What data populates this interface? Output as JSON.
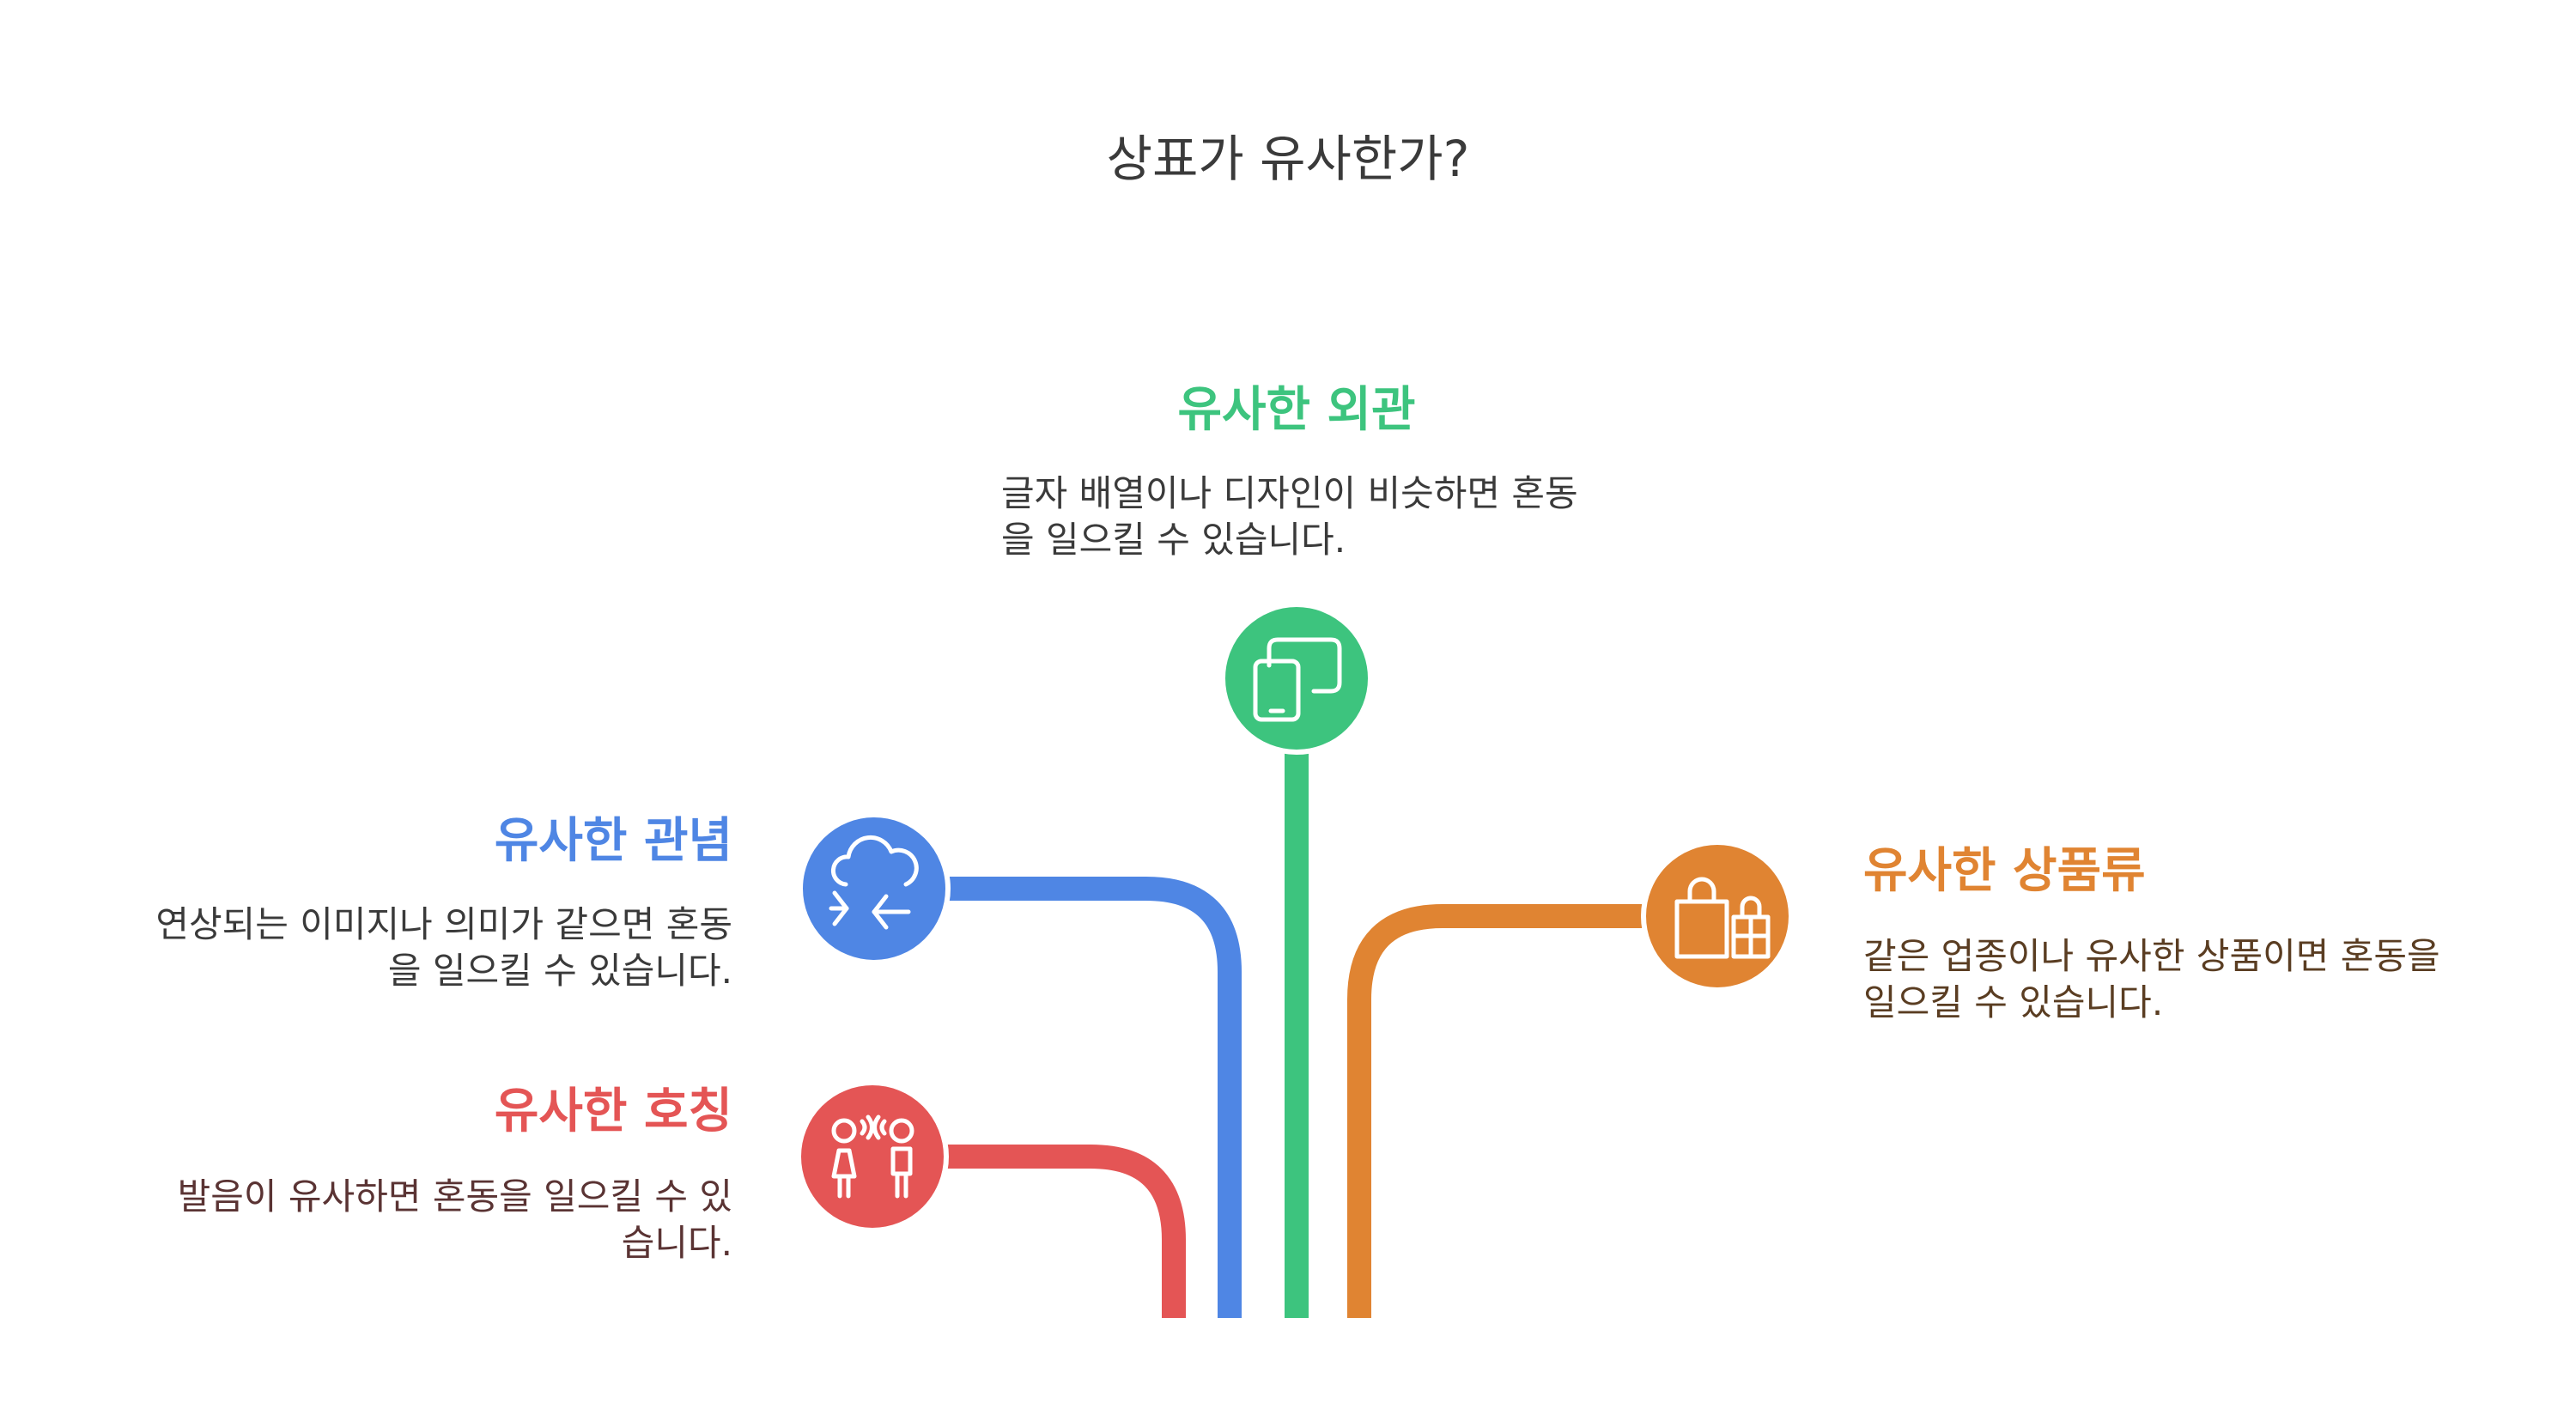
{
  "title": "상표가 유사한가?",
  "colors": {
    "appearance": "#3DC47E",
    "concept": "#4F86E4",
    "name": "#E45555",
    "goods": "#E08432",
    "text": "#3a3a3a",
    "desc_red": "#5a3333",
    "desc_orange": "#5a3d22"
  },
  "branches": {
    "appearance": {
      "heading": "유사한 외관",
      "desc1": "글자 배열이나 디자인이 비슷하면 혼동",
      "desc2": "을 일으킬 수 있습니다.",
      "icon": "devices-icon"
    },
    "concept": {
      "heading": "유사한 관념",
      "desc1": "연상되는 이미지나 의미가 같으면 혼동",
      "desc2": "을 일으킬 수 있습니다.",
      "icon": "cloud-sync-icon"
    },
    "name": {
      "heading": "유사한 호칭",
      "desc1": "발음이 유사하면 혼동을 일으킬 수 있",
      "desc2": "습니다.",
      "icon": "people-talking-icon"
    },
    "goods": {
      "heading": "유사한 상품류",
      "desc1": "같은 업종이나 유사한 상품이면 혼동을",
      "desc2": "일으킬 수 있습니다.",
      "icon": "shopping-bags-icon"
    }
  }
}
